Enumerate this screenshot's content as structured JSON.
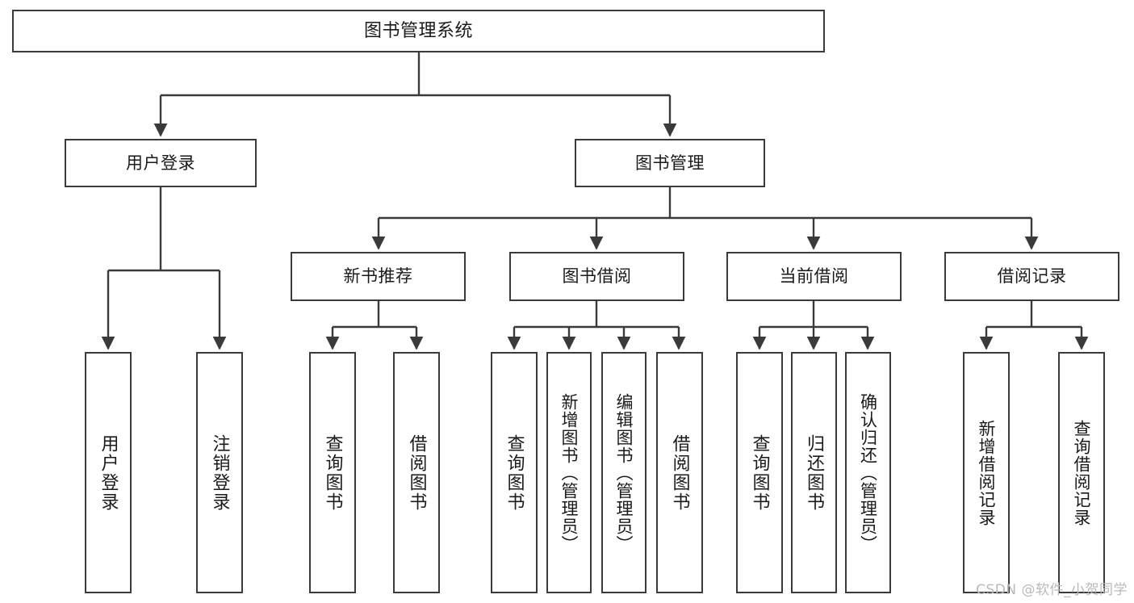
{
  "diagram": {
    "title": "图书管理系统",
    "watermark": "CSDN @软件_小贺同学",
    "line_color": "#3a3a3a",
    "text_color": "#1a1a1a",
    "background": "#ffffff",
    "levels": {
      "root": {
        "label": "图书管理系统"
      },
      "level2": [
        {
          "label": "用户登录"
        },
        {
          "label": "图书管理"
        }
      ],
      "level3": [
        {
          "label": "新书推荐"
        },
        {
          "label": "图书借阅"
        },
        {
          "label": "当前借阅"
        },
        {
          "label": "借阅记录"
        }
      ],
      "leaves": {
        "user_login": [
          {
            "label": "用户登录"
          },
          {
            "label": "注销登录"
          }
        ],
        "new_book_recommend": [
          {
            "label": "查询图书"
          },
          {
            "label": "借阅图书"
          }
        ],
        "book_borrow": [
          {
            "label": "查询图书"
          },
          {
            "label": "新增图书（管理员）"
          },
          {
            "label": "编辑图书（管理员）"
          },
          {
            "label": "借阅图书"
          }
        ],
        "current_borrow": [
          {
            "label": "查询图书"
          },
          {
            "label": "归还图书"
          },
          {
            "label": "确认归还（管理员）"
          }
        ],
        "borrow_record": [
          {
            "label": "新增借阅记录"
          },
          {
            "label": "查询借阅记录"
          }
        ]
      }
    }
  }
}
